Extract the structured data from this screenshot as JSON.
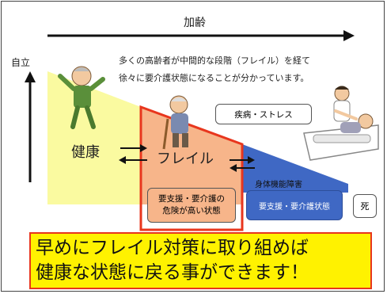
{
  "aging_label": "加齢",
  "independence_label": "自立",
  "description_line1": "多くの高齢者が中間的な段階（フレイル）を経て",
  "description_line2": "徐々に要介護状態になることが分かっています。",
  "stage_health": "健康",
  "stage_frail": "フレイル",
  "disease_stress": "疾病・ストレス",
  "physical_disability": "身体機能障害",
  "frail_box_line1": "要支援・要介護の",
  "frail_box_line2": "危険が高い状態",
  "care_box": "要支援・要介護状態",
  "death_box": "死",
  "banner_line1": "早めにフレイル対策に取り組めば",
  "banner_line2": "健康な状態に戻る事ができます！",
  "colors": {
    "health": "#fafaa0",
    "frail": "#f7b58a",
    "frail_border": "#e8361d",
    "care": "#3f68c4",
    "banner_bg": "#fff200",
    "banner_border": "#e8361d"
  },
  "icons": [
    "person-exercising-icon",
    "elderly-with-cane-icon",
    "nurse-caring-patient-icon"
  ]
}
